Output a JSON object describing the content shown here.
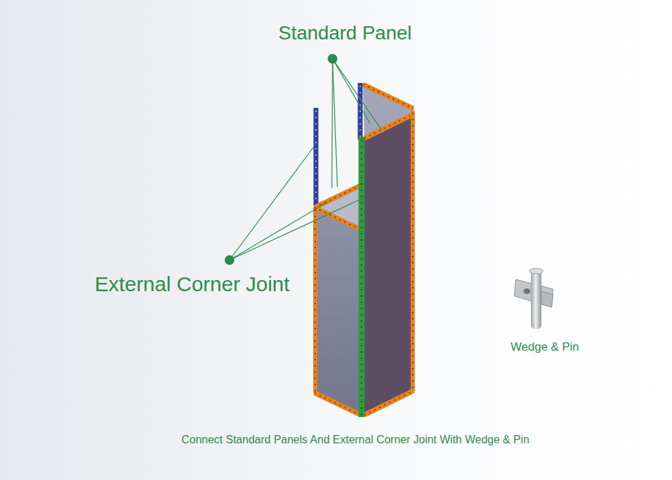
{
  "diagram": {
    "caption": "Connect Standard Panels And External Corner Joint With Wedge & Pin",
    "labels": [
      "Standard Panel",
      "External Corner Joint",
      "Wedge & Pin"
    ]
  }
}
